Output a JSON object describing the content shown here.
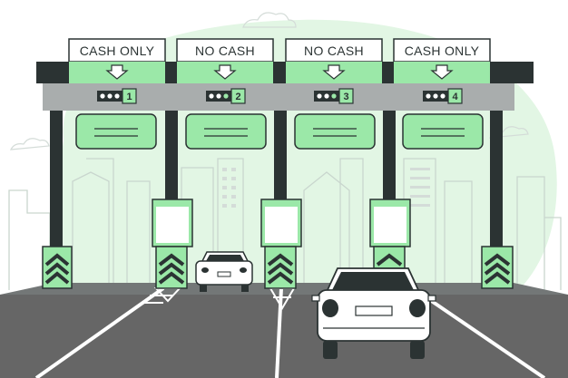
{
  "signs": [
    {
      "label": "CASH ONLY",
      "lane": "1"
    },
    {
      "label": "NO CASH",
      "lane": "2"
    },
    {
      "label": "NO CASH",
      "lane": "3"
    },
    {
      "label": "CASH ONLY",
      "lane": "4"
    }
  ],
  "colors": {
    "accent": "#9BE8A8",
    "accent_dark": "#7ED492",
    "background_blob": "#E2F6E4",
    "pillar": "#2B3333",
    "road": "#666666",
    "beam": "#A9ADAD"
  },
  "icons": {
    "sign_arrow": "down-arrow-icon",
    "lane_lights": "traffic-light-icon",
    "pillar_marking": "chevron-up-icon"
  }
}
